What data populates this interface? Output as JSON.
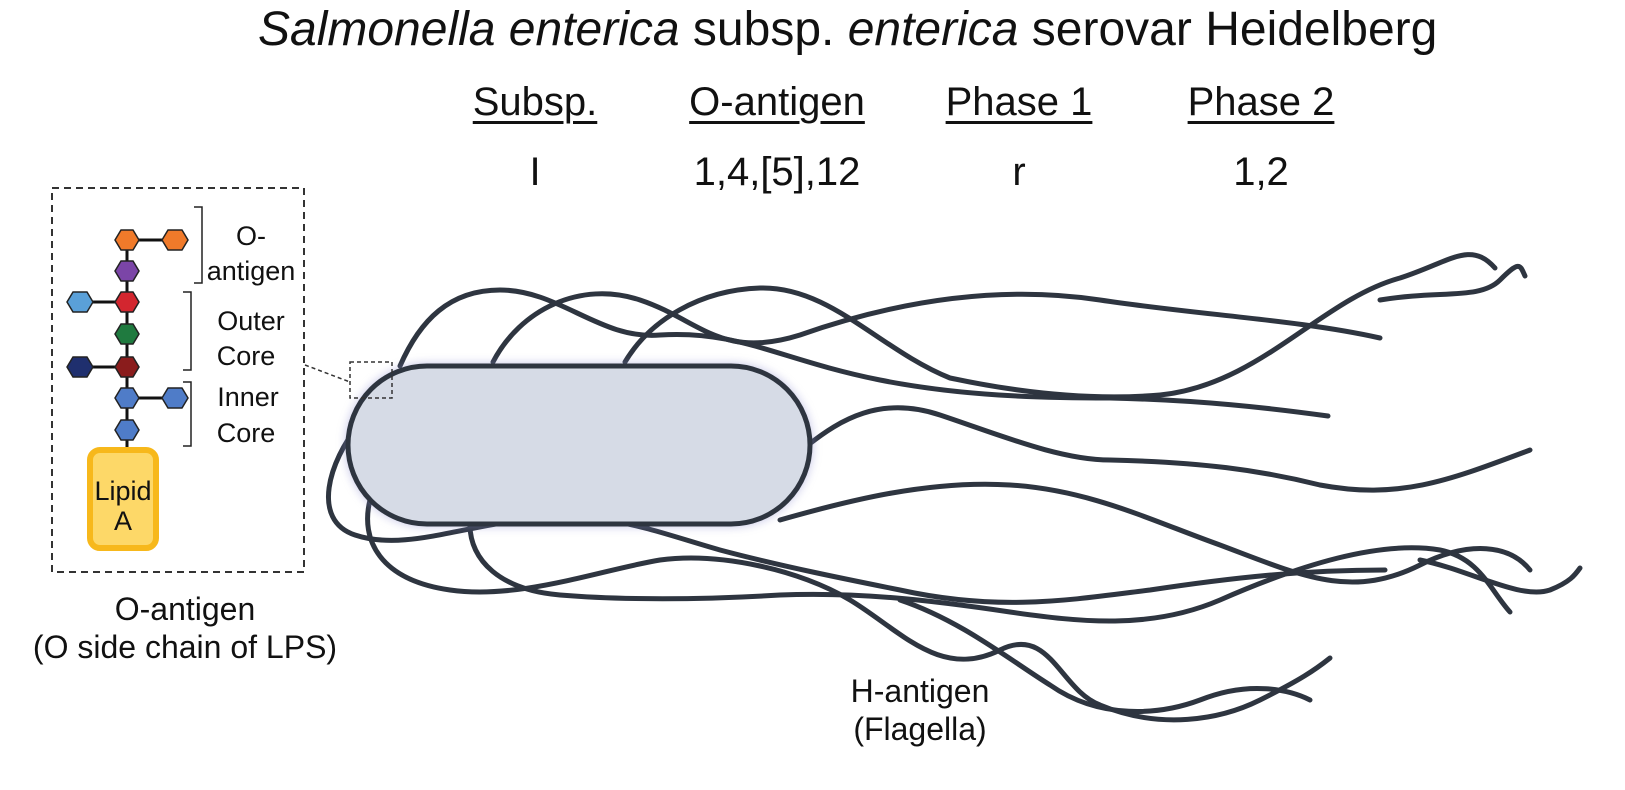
{
  "title": {
    "genus_species": "Salmonella enterica",
    "subsp_word": "subsp.",
    "subspecies": "enterica",
    "serovar_word": "serovar",
    "serovar_name": "Heidelberg"
  },
  "antigen_table": {
    "headers": [
      "Subsp.",
      "O-antigen",
      "Phase 1",
      "Phase 2"
    ],
    "values": [
      "I",
      "1,4,[5],12",
      "r",
      "1,2"
    ]
  },
  "inset": {
    "brackets": {
      "o_antigen": [
        "O-",
        "antigen"
      ],
      "outer_core": [
        "Outer",
        "Core"
      ],
      "inner_core": [
        "Inner",
        "Core"
      ]
    },
    "lipid": [
      "Lipid",
      "A"
    ]
  },
  "o_antigen_caption": [
    "O-antigen",
    "(O side chain of LPS)"
  ],
  "h_antigen_caption": [
    "H-antigen",
    "(Flagella)"
  ],
  "colors": {
    "orange": "#f07a2a",
    "purple": "#7b45a7",
    "red": "#d3262f",
    "light_blue": "#5aa0d8",
    "green": "#1f7a3f",
    "dark_red": "#8a1c1c",
    "navy": "#1f2f6e",
    "blue": "#4f7cc8",
    "lipid_fill": "#fdd868",
    "lipid_stroke": "#f7b81b",
    "cell_fill": "#d6dbe6",
    "cell_stroke": "#2e3540",
    "flagella": "#2e3540"
  }
}
